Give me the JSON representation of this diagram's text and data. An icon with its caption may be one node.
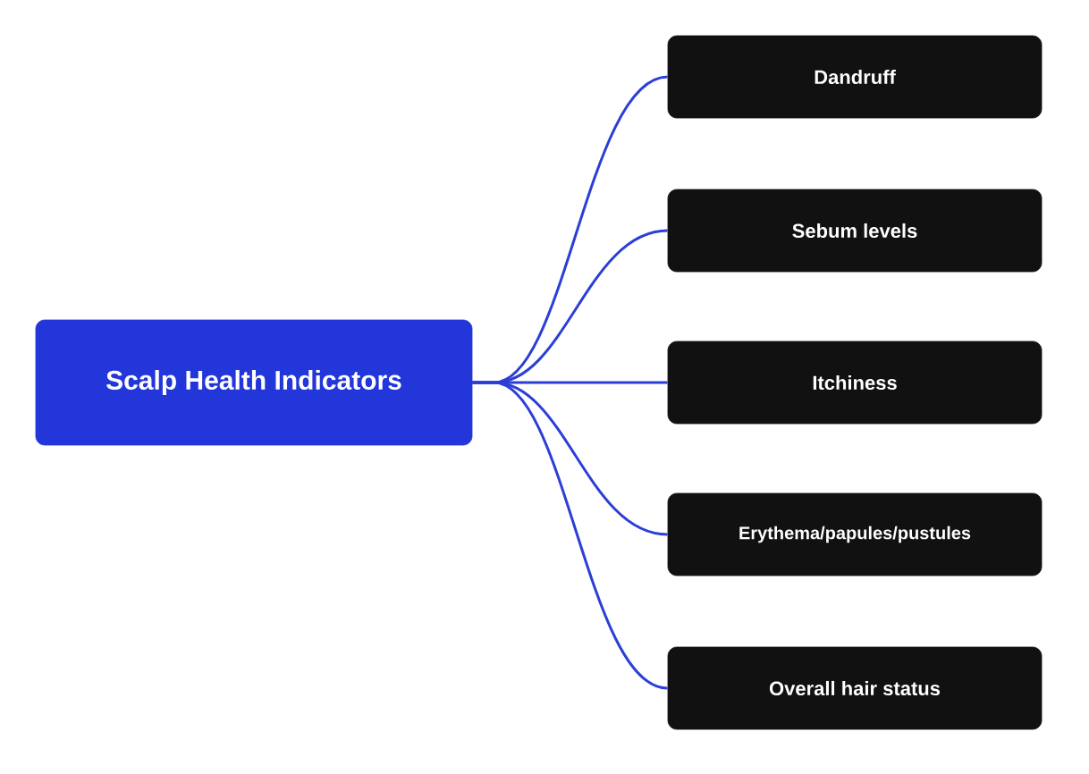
{
  "diagram": {
    "nodes": [
      {
        "text": [
          "Scalp Health Indicators"
        ]
      },
      {
        "text": [
          "Dandruff"
        ]
      },
      {
        "text": [
          "Sebum levels"
        ]
      },
      {
        "text": [
          "Itchiness"
        ]
      },
      {
        "text": [
          "Erythema/papules/pustules"
        ]
      },
      {
        "text": [
          "Overall hair status"
        ]
      }
    ],
    "edges": [
      {
        "from": 0,
        "to": 1,
        "arrow": "none"
      },
      {
        "from": 0,
        "to": 2,
        "arrow": "none"
      },
      {
        "from": 0,
        "to": 3,
        "arrow": "none"
      },
      {
        "from": 0,
        "to": 4,
        "arrow": "none"
      },
      {
        "from": 0,
        "to": 5,
        "arrow": "none"
      }
    ]
  }
}
